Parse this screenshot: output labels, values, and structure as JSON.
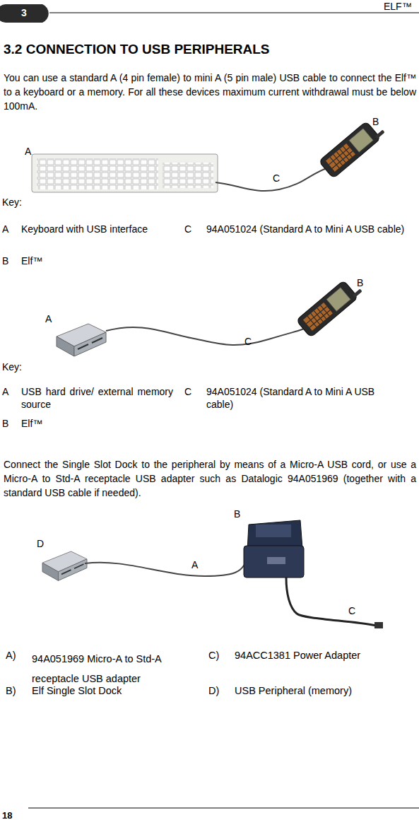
{
  "diagram": {
    "title": "3.2 CONNECTION TO USB PERIPHERALS",
    "labels": [
      "3",
      "ELF™",
      "You can use a standard A (4 pin female) to mini A (5 pin male) USB cable to connect the Elf™ to a keyboard or a memory. For all these devices maximum current withdrawal must be below 100mA.",
      "B",
      "A",
      "C",
      "Key:",
      "A",
      "Keyboard with USB interface",
      "C",
      "94A051024 (Standard A to Mini A USB cable)",
      "B",
      "Elf™",
      "B",
      "A",
      "C",
      "Key:",
      "A",
      "USB hard drive/ external memory source",
      "C",
      "94A051024 (Standard A to Mini A USB cable)",
      "B",
      "Elf™",
      "Connect the Single Slot Dock to the peripheral by means of a Micro-A USB cord, or use a Micro-A to Std-A receptacle USB adapter such as Datalogic 94A051969 (together with a standard USB cable if needed).",
      "B",
      "D",
      "A",
      "C",
      "A)",
      "94A051969 Micro-A to Std-A receptacle USB adapter",
      "C)",
      "94ACC1381 Power Adapter",
      "B)",
      "Elf Single Slot Dock",
      "D)",
      "USB Peripheral (memory)",
      "18"
    ]
  }
}
